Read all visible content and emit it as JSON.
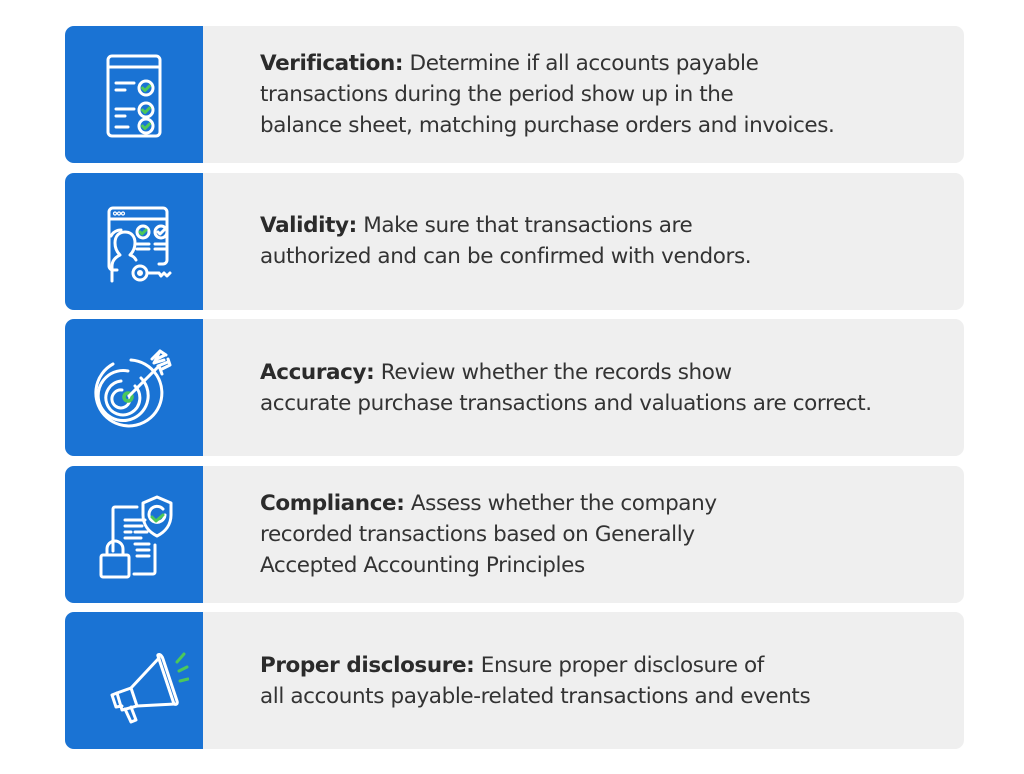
{
  "colors": {
    "accent_blue": "#1a73d4",
    "check_green": "#4cc85a",
    "card_bg": "#efefef",
    "text": "#333333"
  },
  "items": [
    {
      "icon": "checklist-icon",
      "title": "Verification:",
      "lines": [
        " Determine if all accounts payable",
        "transactions during the period show up in the",
        "balance sheet, matching purchase orders and invoices."
      ]
    },
    {
      "icon": "user-key-authorization-icon",
      "title": "Validity:",
      "lines": [
        " Make sure that transactions are",
        "authorized and can be confirmed with vendors."
      ]
    },
    {
      "icon": "target-arrow-icon",
      "title": "Accuracy:",
      "lines": [
        " Review whether the records show",
        "accurate purchase transactions and valuations are correct."
      ]
    },
    {
      "icon": "document-shield-lock-icon",
      "title": "Compliance:",
      "lines": [
        " Assess whether the company",
        "recorded transactions based on Generally",
        "Accepted Accounting Principles"
      ]
    },
    {
      "icon": "megaphone-icon",
      "title": "Proper disclosure:",
      "lines": [
        " Ensure proper disclosure of",
        "all accounts payable-related transactions and events"
      ]
    }
  ]
}
